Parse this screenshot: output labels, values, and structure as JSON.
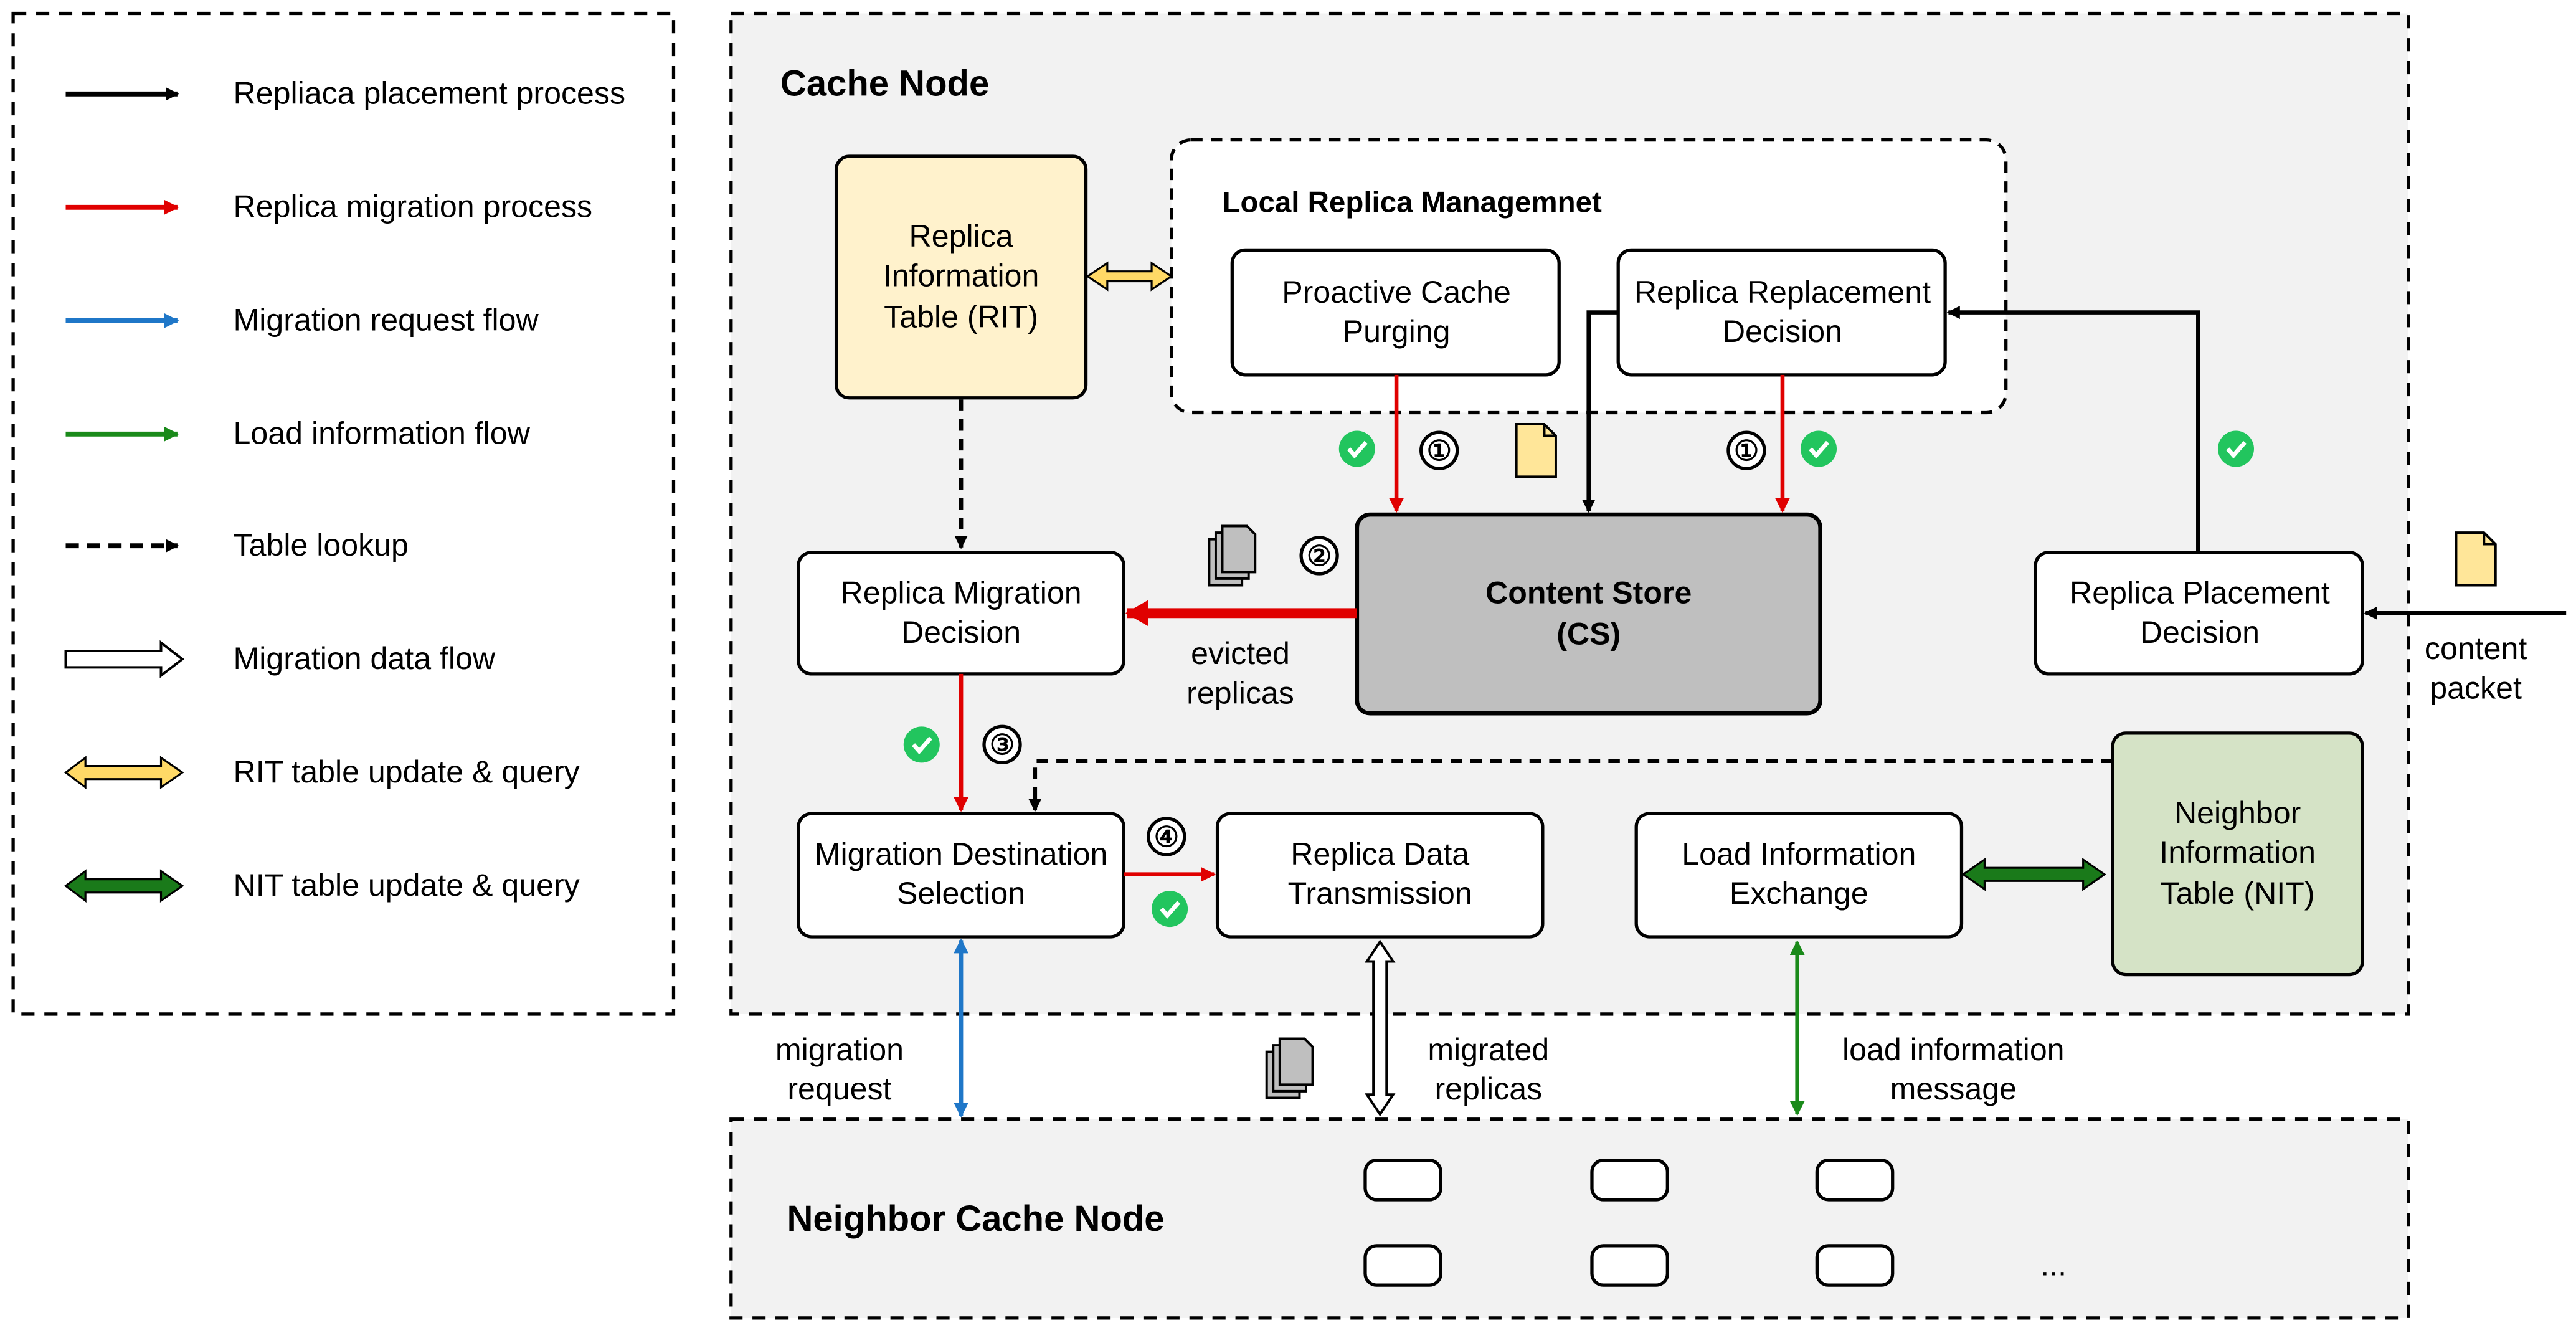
{
  "legend": {
    "items": [
      {
        "label": "Repliaca placement process",
        "color": "#000000",
        "style": "solid"
      },
      {
        "label": "Replica migration process",
        "color": "#e00000",
        "style": "solid"
      },
      {
        "label": "Migration request flow",
        "color": "#1f77c8",
        "style": "solid"
      },
      {
        "label": "Load information flow",
        "color": "#1a8a1a",
        "style": "solid"
      },
      {
        "label": "Table lookup",
        "color": "#000000",
        "style": "dashed"
      },
      {
        "label": "Migration data flow",
        "color": "#ffffff",
        "style": "hollow"
      },
      {
        "label": "RIT table update & query",
        "color": "#ffd966",
        "style": "double"
      },
      {
        "label": "NIT table update & query",
        "color": "#1a7a1a",
        "style": "double"
      }
    ]
  },
  "cache_node": {
    "title": "Cache Node",
    "local_mgmt_title": "Local Replica Managemnet",
    "rit": [
      "Replica",
      "Information",
      "Table (RIT)"
    ],
    "proactive": [
      "Proactive Cache",
      "Purging"
    ],
    "replacement": [
      "Replica Replacement",
      "Decision"
    ],
    "content_store": [
      "Content Store",
      "(CS)"
    ],
    "migration_decision": [
      "Replica Migration",
      "Decision"
    ],
    "placement_decision": [
      "Replica Placement",
      "Decision"
    ],
    "destination_selection": [
      "Migration Destination",
      "Selection"
    ],
    "data_transmission": [
      "Replica Data",
      "Transmission"
    ],
    "load_exchange": [
      "Load Information",
      "Exchange"
    ],
    "nit": [
      "Neighbor",
      "Information",
      "Table (NIT)"
    ],
    "evicted": [
      "evicted",
      "replicas"
    ],
    "content_packet": [
      "content",
      "packet"
    ],
    "steps": [
      "①",
      "①",
      "②",
      "③",
      "④"
    ]
  },
  "links": {
    "migration_request": [
      "migration",
      "request"
    ],
    "migrated_replicas": [
      "migrated",
      "replicas"
    ],
    "load_message": [
      "load information",
      "message"
    ]
  },
  "neighbor": {
    "title": "Neighbor Cache Node",
    "ellipsis": "..."
  },
  "colors": {
    "rit": "#fff2cc",
    "nit": "#d5e3c6",
    "cs": "#bfbfbf",
    "panel": "#f2f2f2",
    "check": "#22c55e"
  }
}
